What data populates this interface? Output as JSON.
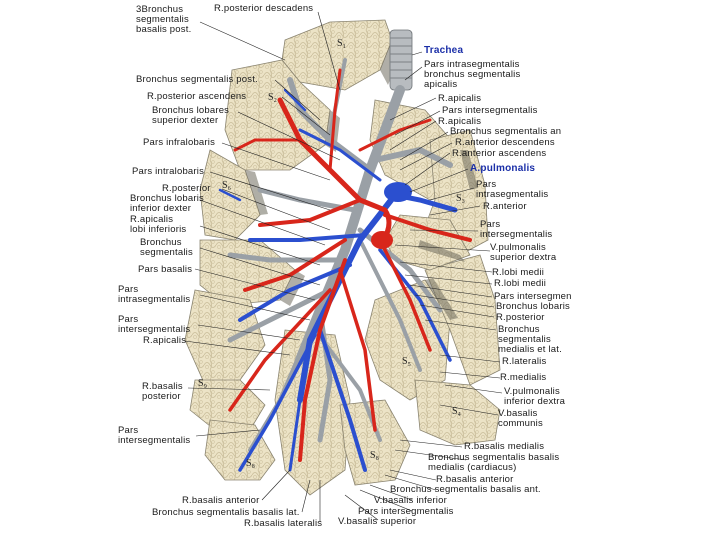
{
  "colors": {
    "parenchyma": "#ece3c6",
    "artery": "#d8261b",
    "vein": "#2b4fcf",
    "bronchus": "#9aa0a6",
    "background": "#ffffff"
  },
  "segments": {
    "s1": "S₁",
    "s2": "S₂",
    "s3": "S₃",
    "s4": "S₄",
    "s5": "S₅",
    "s6": "S₆",
    "s8": "S₈",
    "s9": "S₉"
  },
  "labels": {
    "l1": "3Bronchus\nsegmentalis\nbasalis post.",
    "l2": "R.posterior descadens",
    "l3": "Bronchus segmentalis post.",
    "l4": "R.posterior ascendens",
    "l5": "Bronchus lobares\nsuperior dexter",
    "l6": "Pars infralobaris",
    "l7": "Pars intralobaris",
    "l8": "R.posterior",
    "l9": "Bronchus lobaris\ninferior dexter",
    "l10": "R.apicalis\nlobi inferioris",
    "l11": "Bronchus\nsegmentalis",
    "l12": "Pars basalis",
    "l13": "Pars\nintrasegmentalis",
    "l14": "Pars\nintersegmentalis",
    "l15": "R.apicalis",
    "l16": "R.basalis\nposterior",
    "l17": "Pars\nintersegmentalis",
    "l18": "R.basalis anterior",
    "l19": "Bronchus segmentalis basalis lat.",
    "l20": "R.basalis lateralis",
    "r1": "Trachea",
    "r2": "Pars intrasegmentalis\nbronchus segmentalis\napicalis",
    "r3": "R.apicalis",
    "r4": "Pars intersegmentalis",
    "r5": "R.apicalis",
    "r6": "Bronchus segmentalis an",
    "r7": "R.anterior descendens",
    "r8": "R.anterior ascendens",
    "r9": "A.pulmonalis",
    "r10": "Pars\nintrasegmentalis",
    "r11": "R.anterior",
    "r12": "Pars\nintersegmentalis",
    "r13": "V.pulmonalis\nsuperior dextra",
    "r14": "R.lobi medii",
    "r15": "R.lobi medii",
    "r16": "Pars intersegmen",
    "r17": "Bronchus lobaris",
    "r18": "R.posterior",
    "r19": "Bronchus\nsegmentalis\nmedialis et lat.",
    "r20": "R.lateralis",
    "r21": "R.medialis",
    "r22": "V.pulmonalis\ninferior dextra",
    "r23": "V.basalis\ncommunis",
    "r24": "R.basalis medialis",
    "r25": "Bronchus segmentalis basalis\nmedialis (cardiacus)",
    "r26": "R.basalis anterior",
    "r27": "Bronchus segmentalis basalis ant.",
    "r28": "V.basalis inferior",
    "r29": "Pars intersegmentalis",
    "r30": "V.basalis superior"
  }
}
